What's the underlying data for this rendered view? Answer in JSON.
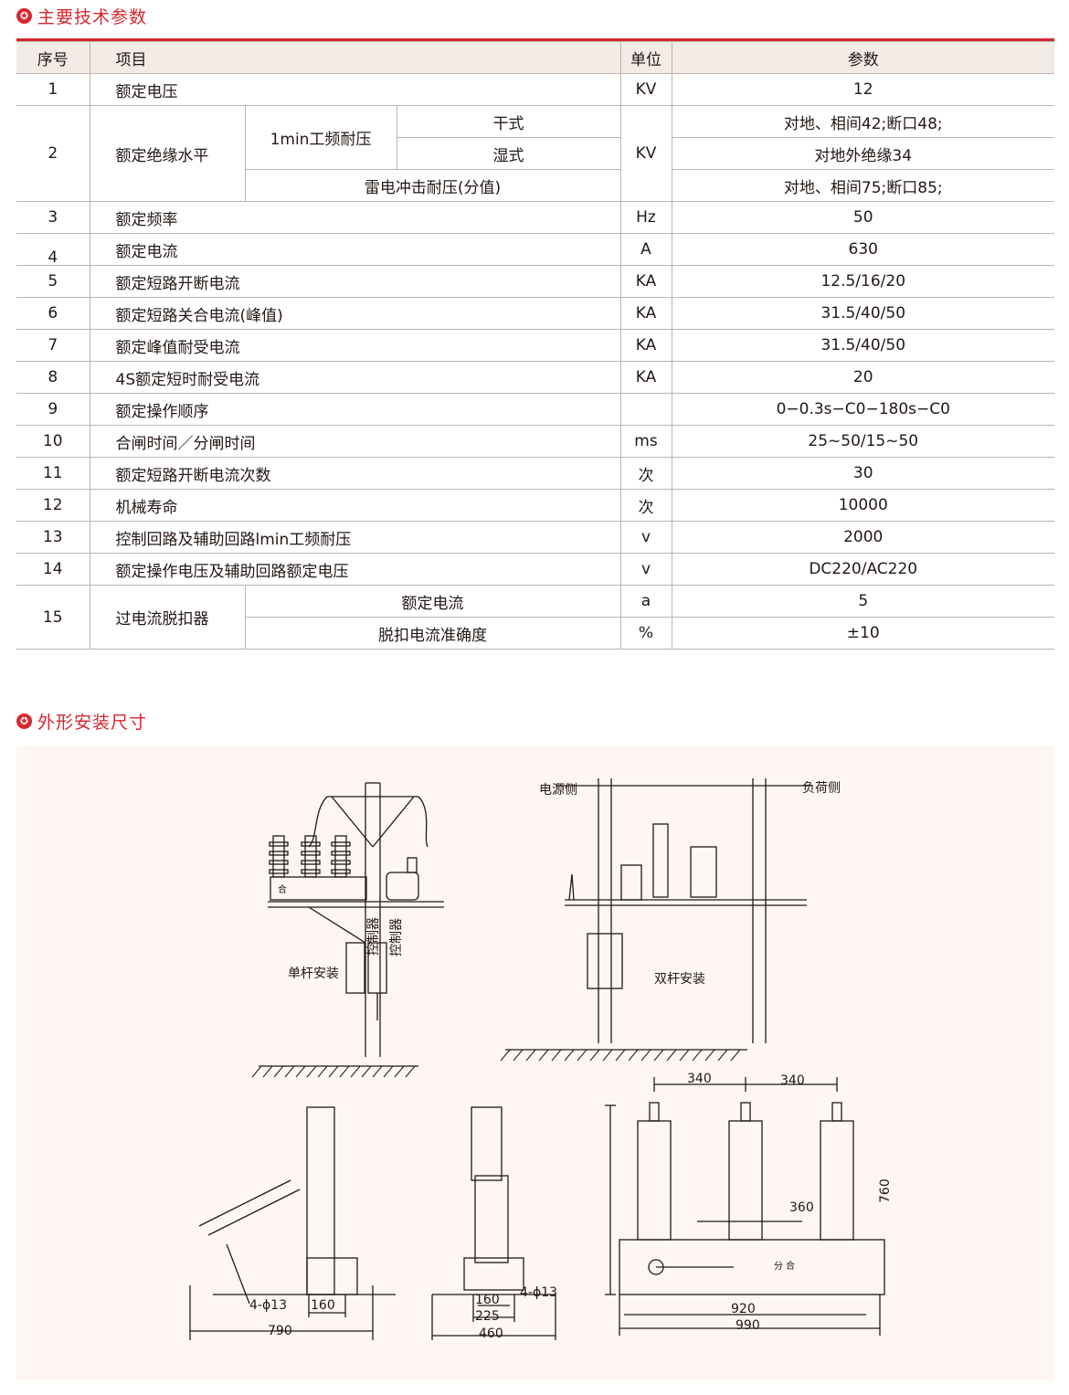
{
  "sections": {
    "params_title": "主要技术参数",
    "dims_title": "外形安装尺寸",
    "star": "✪"
  },
  "table": {
    "headers": [
      "序号",
      "项目",
      "单位",
      "参数"
    ],
    "r1": {
      "no": "1",
      "item": "额定电压",
      "unit": "KV",
      "val": "12"
    },
    "r2": {
      "no": "2",
      "item": "额定绝缘水平",
      "sub1": "1min工频耐压",
      "dry": "干式",
      "wet": "湿式",
      "impulse": "雷电冲击耐压(分值)",
      "unit": "KV",
      "v_dry": "对地、相间42;断口48;",
      "v_wet": "对地外绝缘34",
      "v_imp": "对地、相间75;断口85;"
    },
    "r3": {
      "no": "3",
      "item": "额定频率",
      "unit": "Hz",
      "val": "50"
    },
    "r4": {
      "no": "4",
      "item": "额定电流",
      "unit": "A",
      "val": "630"
    },
    "r5": {
      "no": "5",
      "item": "额定短路开断电流",
      "unit": "KA",
      "val": "12.5/16/20"
    },
    "r6": {
      "no": "6",
      "item": "额定短路关合电流(峰值)",
      "unit": "KA",
      "val": "31.5/40/50"
    },
    "r7": {
      "no": "7",
      "item": "额定峰值耐受电流",
      "unit": "KA",
      "val": "31.5/40/50"
    },
    "r8": {
      "no": "8",
      "item": "4S额定短时耐受电流",
      "unit": "KA",
      "val": "20"
    },
    "r9": {
      "no": "9",
      "item": "额定操作顺序",
      "unit": "",
      "val": "0−0.3s−C0−180s−C0"
    },
    "r10": {
      "no": "10",
      "item": "合闸时间／分闸时间",
      "unit": "ms",
      "val": "25~50/15~50"
    },
    "r11": {
      "no": "11",
      "item": "额定短路开断电流次数",
      "unit": "次",
      "val": "30"
    },
    "r12": {
      "no": "12",
      "item": "机械寿命",
      "unit": "次",
      "val": "10000"
    },
    "r13": {
      "no": "13",
      "item": "控制回路及辅助回路lmin工频耐压",
      "unit": "v",
      "val": "2000"
    },
    "r14": {
      "no": "14",
      "item": "额定操作电压及辅助回路额定电压",
      "unit": "v",
      "val": "DC220/AC220"
    },
    "r15": {
      "no": "15",
      "item": "过电流脱扣器",
      "sub_a": "额定电流",
      "unit_a": "a",
      "val_a": "5",
      "sub_b": "脱扣电流准确度",
      "unit_b": "%",
      "val_b": "±10"
    }
  },
  "drawing": {
    "single_pole": "单杆安装",
    "controller": "控制器",
    "double_pole": "双杆安装",
    "source_side": "电源侧",
    "load_side": "负荷侧",
    "close_mark": "合",
    "dims": {
      "d790": "790",
      "d160a": "160",
      "hole_a": "4-ϕ13",
      "d160b": "160",
      "hole_b": "4-ϕ13",
      "d225": "225",
      "d460": "460",
      "d340a": "340",
      "d340b": "340",
      "d760": "760",
      "d360": "360",
      "d920": "920",
      "d990": "990",
      "sep": "分 合"
    }
  }
}
